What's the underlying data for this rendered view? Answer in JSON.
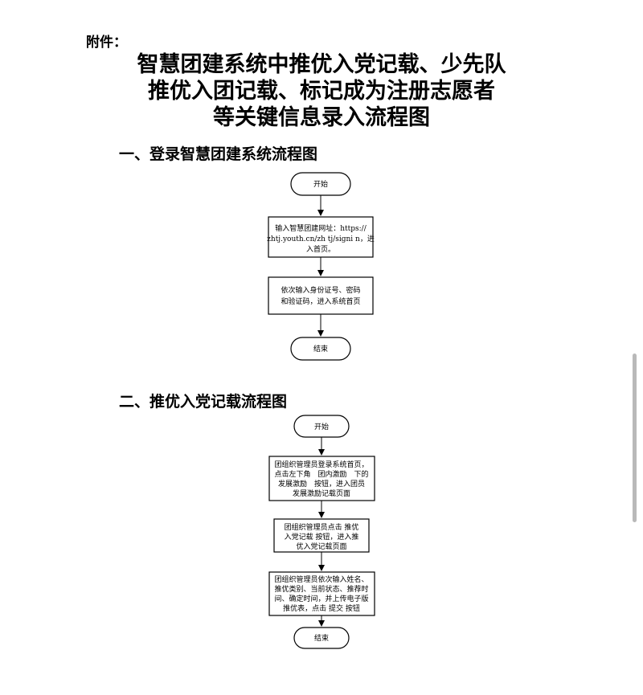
{
  "header": {
    "attachment_label": "附件：",
    "title_lines": [
      "智慧团建系统中推优入党记载、少先队",
      "推优入团记载、标记成为注册志愿者",
      "等关键信息录入流程图"
    ]
  },
  "section1": {
    "heading": "一、登录智慧团建系统流程图",
    "nodes": {
      "start": "开始",
      "step1": [
        "输入智慧团建网址：https://",
        "zhtj.youth.cn/zh tj/signi n，进",
        "入首页。"
      ],
      "step2": [
        "依次输入身份证号、密码",
        "和验证码，进入系统首页"
      ],
      "end": "结束"
    }
  },
  "section2": {
    "heading": "二、推优入党记载流程图",
    "nodes": {
      "start": "开始",
      "step1": [
        "团组织管理员登录系统首页，",
        "点击左下角　团内激励　下的",
        "发展激励　按钮，进入团员",
        "发展激励记载页面"
      ],
      "step2": [
        "团组织管理员点击 推优",
        "入党记载 按钮，进入推",
        "优入党记载页面"
      ],
      "step3": [
        "团组织管理员依次输入姓名、",
        "推优类别、当前状态、推荐时",
        "间、确定时间，并上传电子版",
        "推优表，点击 提交 按钮"
      ],
      "end": "结束"
    }
  }
}
